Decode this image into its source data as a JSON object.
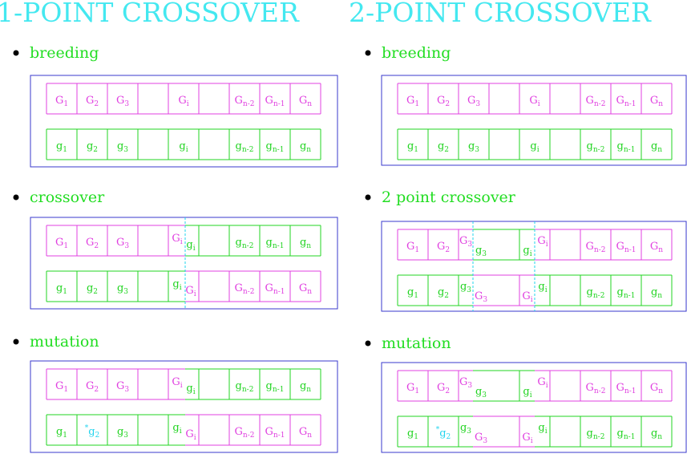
{
  "colors": {
    "title": "#44e8f0",
    "bullet_label": "#22dd22",
    "magenta": "#e040e0",
    "green": "#22d422",
    "cyan": "#22d4ee",
    "frame": "#3a3acc",
    "bullet": "#000000"
  },
  "left": {
    "title": "1-POINT CROSSOVER",
    "bullets": [
      {
        "label": "breeding"
      },
      {
        "label": "crossover"
      },
      {
        "label": "mutation"
      }
    ]
  },
  "right": {
    "title": "2-POINT CROSSOVER",
    "bullets": [
      {
        "label": "breeding"
      },
      {
        "label": "2 point crossover"
      },
      {
        "label": "mutation"
      }
    ]
  },
  "genes": {
    "parent1": [
      {
        "letter": "G",
        "sub": "1"
      },
      {
        "letter": "G",
        "sub": "2"
      },
      {
        "letter": "G",
        "sub": "3"
      },
      {
        "letter": "G",
        "sub": "i"
      },
      {
        "letter": "G",
        "sub": "n-2"
      },
      {
        "letter": "G",
        "sub": "n-1"
      },
      {
        "letter": "G",
        "sub": "n"
      }
    ],
    "parent2": [
      {
        "letter": "g",
        "sub": "1"
      },
      {
        "letter": "g",
        "sub": "2"
      },
      {
        "letter": "g",
        "sub": "3"
      },
      {
        "letter": "g",
        "sub": "i"
      },
      {
        "letter": "g",
        "sub": "n-2"
      },
      {
        "letter": "g",
        "sub": "n-1"
      },
      {
        "letter": "g",
        "sub": "n"
      }
    ],
    "mutation_mark": "*"
  }
}
